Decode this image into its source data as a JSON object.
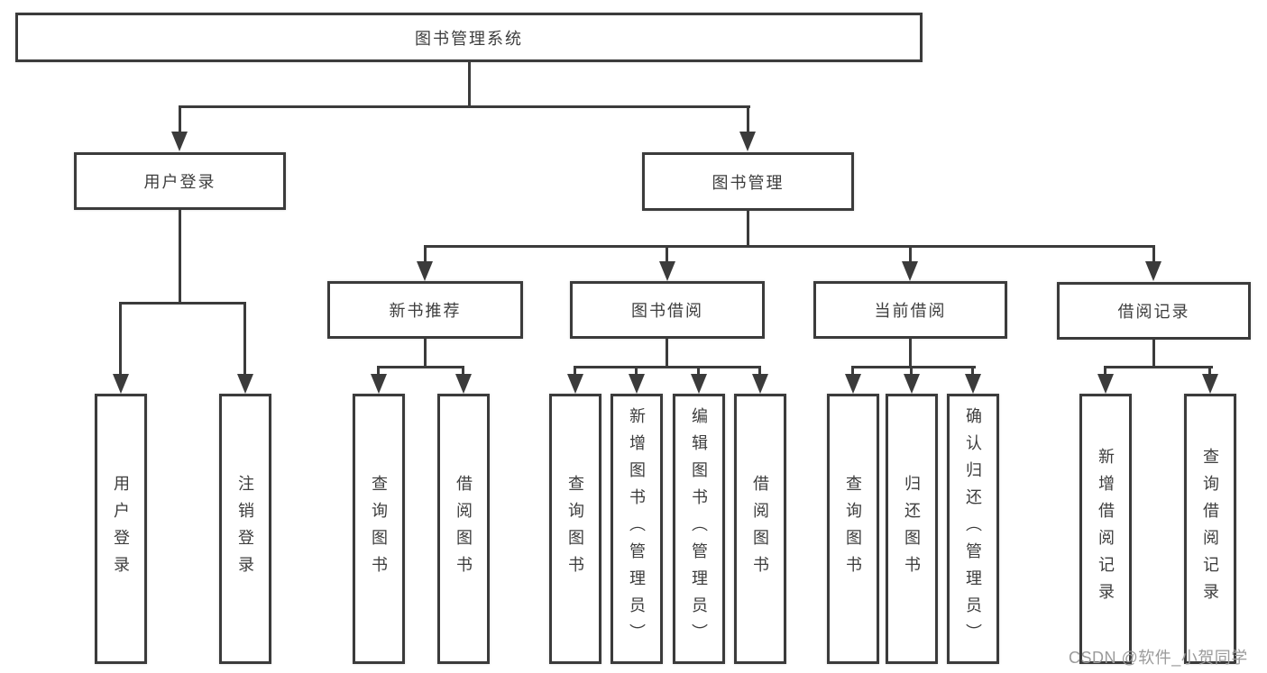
{
  "diagram": {
    "type": "hierarchy-tree",
    "title": "图书管理系统"
  },
  "nodes": {
    "root": "图书管理系统",
    "level2": [
      "用户登录",
      "图书管理"
    ],
    "level3": [
      "新书推荐",
      "图书借阅",
      "当前借阅",
      "借阅记录"
    ],
    "leaves": [
      "用户登录",
      "注销登录",
      "查询图书",
      "借阅图书",
      "查询图书",
      "新增图书（管理员）",
      "编辑图书（管理员）",
      "借阅图书",
      "查询图书",
      "归还图书",
      "确认归还（管理员）",
      "新增借阅记录",
      "查询借阅记录"
    ]
  },
  "hierarchy": {
    "图书管理系统": [
      "用户登录",
      "图书管理"
    ],
    "用户登录": [
      "用户登录",
      "注销登录"
    ],
    "图书管理": [
      "新书推荐",
      "图书借阅",
      "当前借阅",
      "借阅记录"
    ],
    "新书推荐": [
      "查询图书",
      "借阅图书"
    ],
    "图书借阅": [
      "查询图书",
      "新增图书（管理员）",
      "编辑图书（管理员）",
      "借阅图书"
    ],
    "当前借阅": [
      "查询图书",
      "归还图书",
      "确认归还（管理员）"
    ],
    "借阅记录": [
      "新增借阅记录",
      "查询借阅记录"
    ]
  },
  "colors": {
    "line": "#3b3b3b",
    "box_border": "#3b3b3b",
    "text": "#3d3d3d",
    "background": "#ffffff",
    "watermark": "#9b9b9b"
  },
  "watermark": {
    "text": "CSDN @软件_小贺同学"
  }
}
